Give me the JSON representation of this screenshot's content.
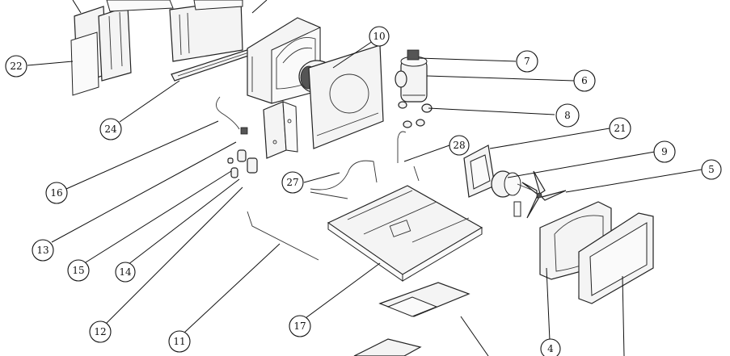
{
  "callouts": [
    {
      "id": "c22",
      "label": "22"
    },
    {
      "id": "c24",
      "label": "24"
    },
    {
      "id": "c10",
      "label": "10"
    },
    {
      "id": "c7",
      "label": "7"
    },
    {
      "id": "c6",
      "label": "6"
    },
    {
      "id": "c8",
      "label": "8"
    },
    {
      "id": "c21",
      "label": "21"
    },
    {
      "id": "c9",
      "label": "9"
    },
    {
      "id": "c5",
      "label": "5"
    },
    {
      "id": "c28",
      "label": "28"
    },
    {
      "id": "c27",
      "label": "27"
    },
    {
      "id": "c16",
      "label": "16"
    },
    {
      "id": "c13",
      "label": "13"
    },
    {
      "id": "c15",
      "label": "15"
    },
    {
      "id": "c14",
      "label": "14"
    },
    {
      "id": "c12",
      "label": "12"
    },
    {
      "id": "c11",
      "label": "11"
    },
    {
      "id": "c17",
      "label": "17"
    },
    {
      "id": "c4",
      "label": "4"
    }
  ]
}
